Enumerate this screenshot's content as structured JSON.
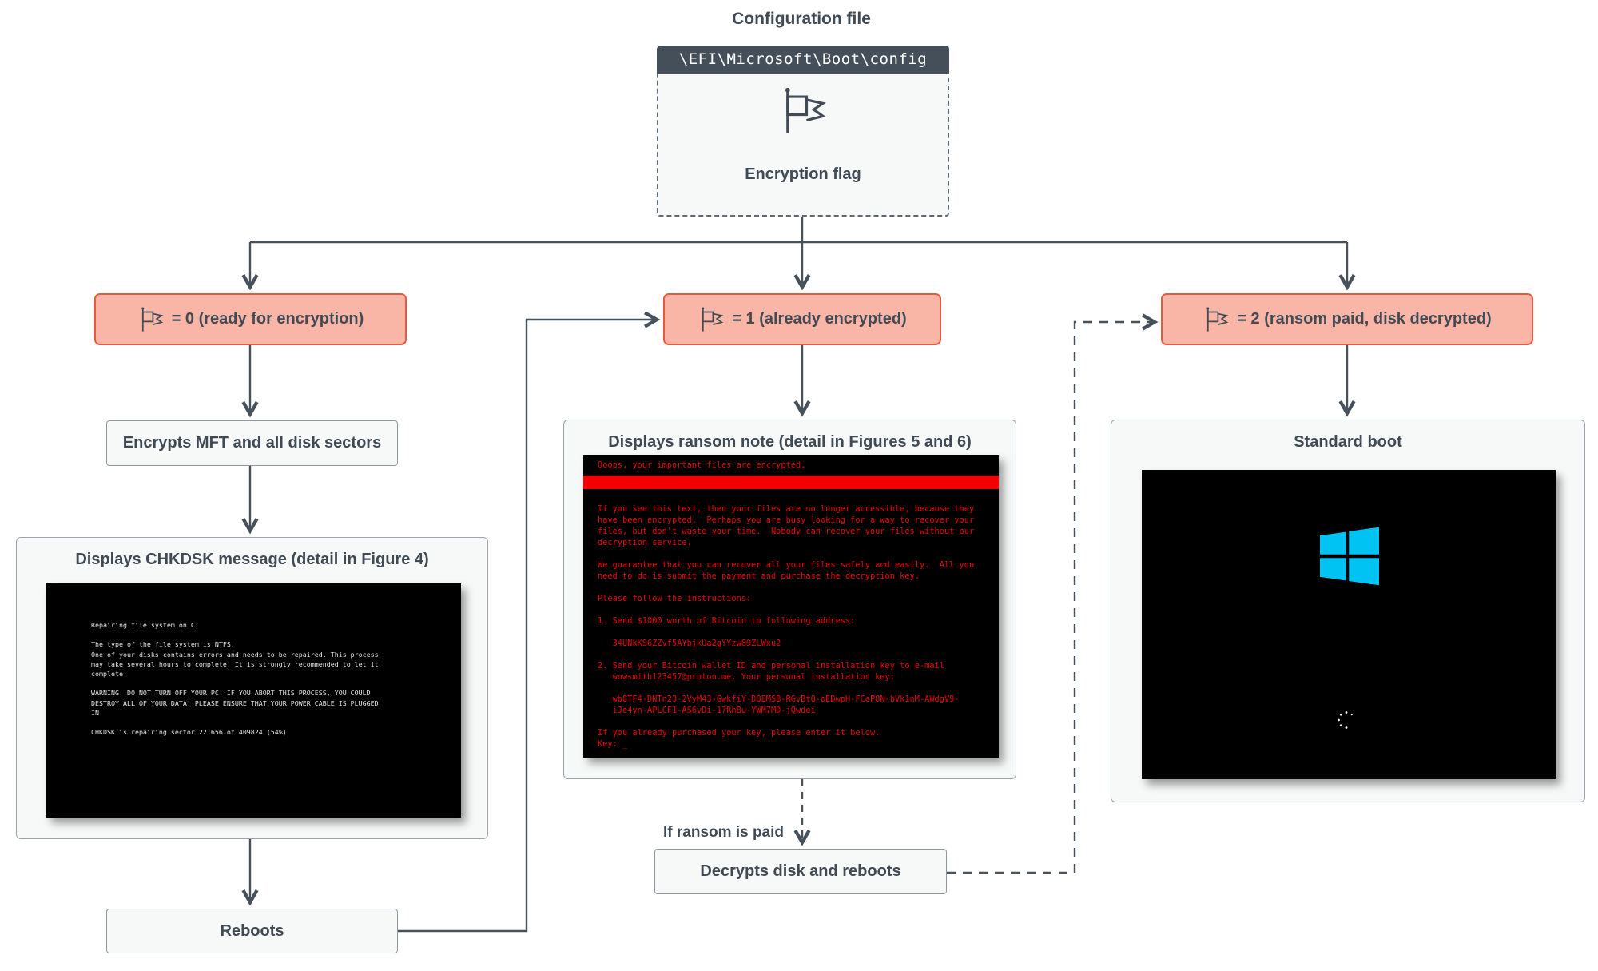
{
  "colors": {
    "state_fill": "#f9b5a5",
    "state_border": "#e85a3e",
    "slate_text": "#3f4a55",
    "line_color": "#47515c",
    "header_bar": "#454f59",
    "terminal_text_red": "#e80000",
    "terminal_bar_red": "#f30000",
    "terminal_text_white": "#e8e8e8",
    "windows_cyan": "#00c3f3"
  },
  "config": {
    "title": "Configuration file",
    "path": "\\EFI\\Microsoft\\Boot\\config",
    "flag_label": "Encryption flag"
  },
  "states": [
    {
      "label": "= 0 (ready for encryption)"
    },
    {
      "label": "= 1 (already encrypted)"
    },
    {
      "label": "= 2 (ransom paid, disk decrypted)"
    }
  ],
  "left_branch": {
    "encrypts_label": "Encrypts MFT and all disk sectors",
    "chkdsk_title": "Displays CHKDSK message (detail in Figure 4)",
    "chkdsk_screen_lines": [
      "Repairing file system on C:",
      "",
      "The type of the file system is NTFS.",
      "One of your disks contains errors and needs to be repaired. This process",
      "may take several hours to complete. It is strongly recommended to let it",
      "complete.",
      "",
      "WARNING: DO NOT TURN OFF YOUR PC! IF YOU ABORT THIS PROCESS, YOU COULD",
      "DESTROY ALL OF YOUR DATA! PLEASE ENSURE THAT YOUR POWER CABLE IS PLUGGED",
      "IN!",
      "",
      "CHKDSK is repairing sector 221656 of 409824 (54%)"
    ],
    "reboots_label": "Reboots"
  },
  "middle_branch": {
    "ransom_title": "Displays ransom note (detail in Figures 5 and 6)",
    "ransom_header_line": "Ooops, your important files are encrypted.",
    "ransom_body_lines": [
      "",
      "If you see this text, then your files are no longer accessible, because they",
      "have been encrypted.  Perhaps you are busy looking for a way to recover your",
      "files, but don't waste your time.  Nobody can recover your files without our",
      "decryption service.",
      "",
      "We guarantee that you can recover all your files safely and easily.  All you",
      "need to do is submit the payment and purchase the decryption key.",
      "",
      "Please follow the instructions:",
      "",
      "1. Send $1000 worth of Bitcoin to following address:",
      "",
      "   34UNkKS6ZZvf5AYbjkUa2gYYzw89ZLWxu2",
      "",
      "2. Send your Bitcoin wallet ID and personal installation key to e-mail",
      "   wowsmith123457@proton.me. Your personal installation key:",
      "",
      "   wb8TF4-DNTn23-2VyM43-GwkfiY-DQEMSB-RGvBtQ-oEDwpH-FCeP8N-bVk1nM-AWdgV9-",
      "   iJe4yn-APLCF1-AS6vDi-17RhBu-YWM7MD-jQwdei",
      "",
      "If you already purchased your key, please enter it below.",
      "Key: _"
    ],
    "if_paid_label": "If ransom is paid",
    "decrypts_label": "Decrypts disk and reboots"
  },
  "right_branch": {
    "standard_boot_title": "Standard boot"
  }
}
